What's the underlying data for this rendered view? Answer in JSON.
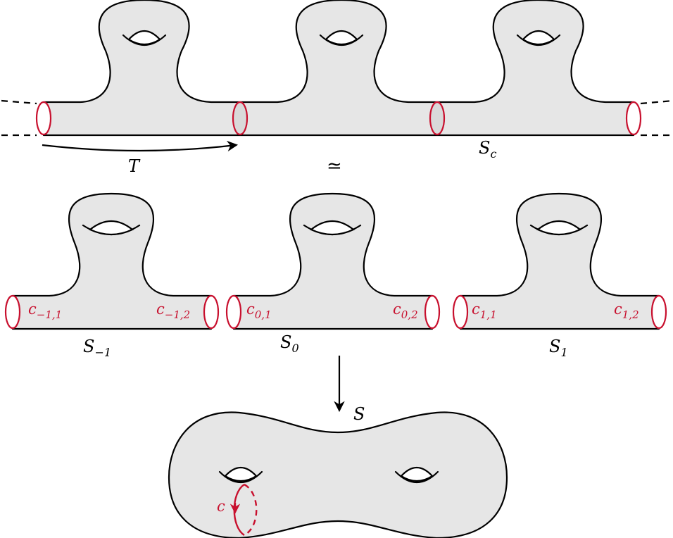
{
  "labels": {
    "T": "T",
    "simeq": "≃",
    "S_c": "S_c",
    "S_minus1": "S_{-1}",
    "S_0": "S_0",
    "S_1": "S_1",
    "S": "S",
    "c": "c"
  },
  "piece_labels": {
    "minus1": {
      "sub": "−1",
      "left_cuff": {
        "base": "c",
        "sub": "−1,1"
      },
      "right_cuff": {
        "base": "c",
        "sub": "−1,2"
      }
    },
    "zero": {
      "sub": "0",
      "left_cuff": {
        "base": "c",
        "sub": "0,1"
      },
      "right_cuff": {
        "base": "c",
        "sub": "0,2"
      }
    },
    "one": {
      "sub": "1",
      "left_cuff": {
        "base": "c",
        "sub": "1,1"
      },
      "right_cuff": {
        "base": "c",
        "sub": "1,2"
      }
    }
  },
  "colors": {
    "surface": "#e6e6e6",
    "curve": "#c8102e",
    "outline": "#000000"
  }
}
